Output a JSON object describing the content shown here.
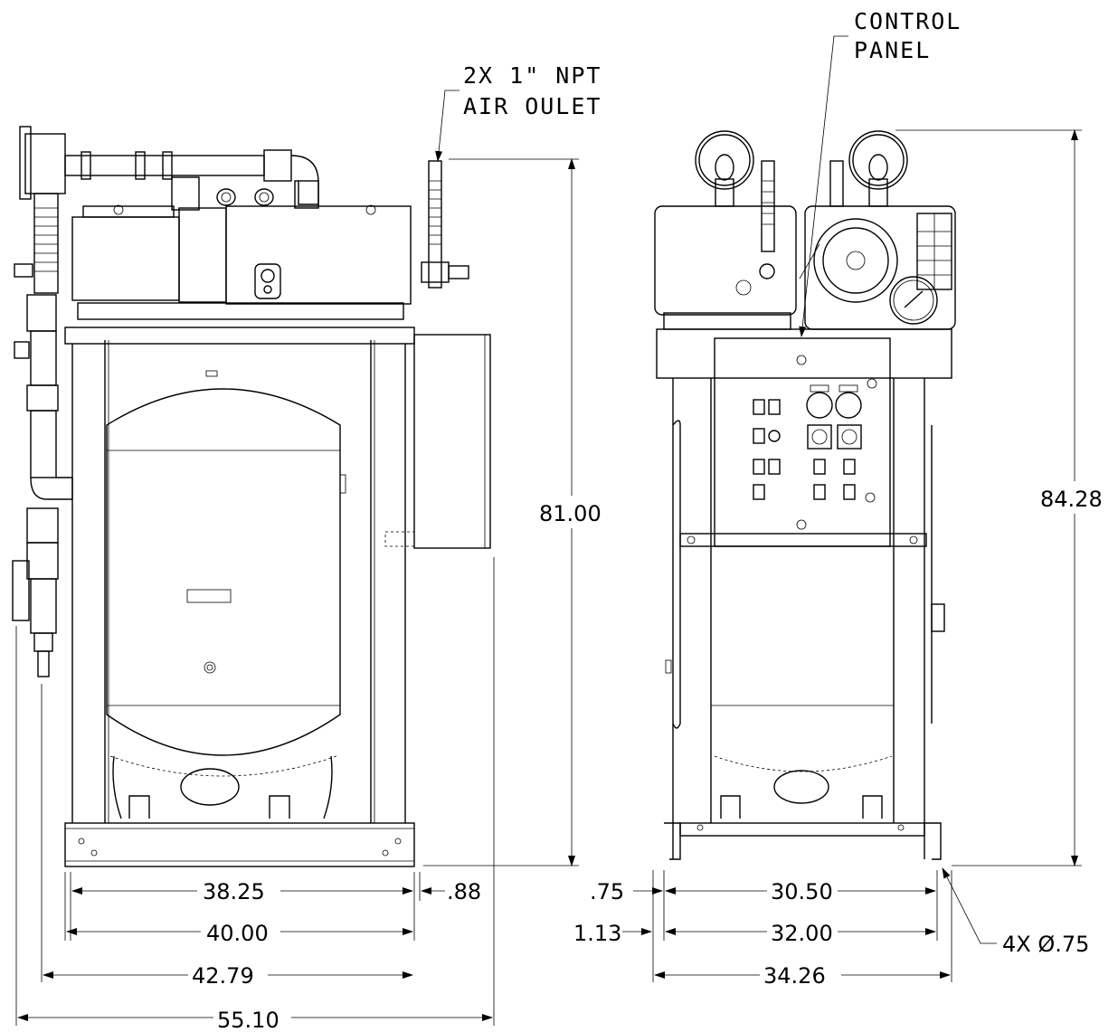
{
  "callouts": {
    "air_outlet_line1": "2X 1\" NPT",
    "air_outlet_line2": "AIR OULET",
    "control_panel_line1": "CONTROL",
    "control_panel_line2": "PANEL",
    "holes": "4X Ø.75"
  },
  "dimensions": {
    "front_height": "81.00",
    "side_height": "84.28",
    "front_inner_width": "38.25",
    "front_offset": ".88",
    "front_frame_width": "40.00",
    "front_body_width": "42.79",
    "front_overall_width": "55.10",
    "side_offset_inner": ".75",
    "side_offset_outer": "1.13",
    "side_inner_width": "30.50",
    "side_frame_width": "32.00",
    "side_overall_width": "34.26"
  }
}
